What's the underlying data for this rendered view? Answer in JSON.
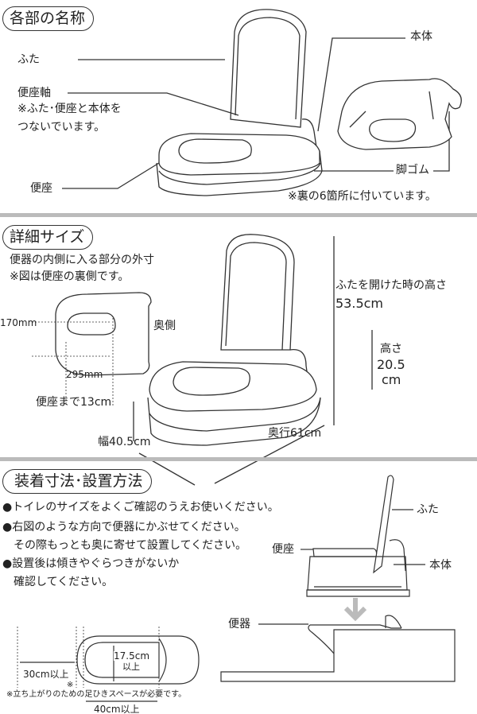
{
  "section1": {
    "title": "各部の名称",
    "labels": {
      "lid": "ふた",
      "hinge": "便座軸",
      "hinge_note1": "※ふた･便座と本体を",
      "hinge_note2": "つないでいます。",
      "seat": "便座",
      "body": "本体",
      "rubber_feet": "脚ゴム",
      "feet_note": "※裏の6箇所に付いています。"
    }
  },
  "section2": {
    "title": "詳細サイズ",
    "note1": "便器の内側に入る部分の外寸",
    "note2": "※図は便座の裏側です。",
    "inner_width": "170mm",
    "inner_length": "295mm",
    "back_side": "奥側",
    "seat_height": "便座まで13cm",
    "width": "幅40.5cm",
    "depth": "奥行61cm",
    "open_height_label": "ふたを開けた時の高さ",
    "open_height": "53.5cm",
    "height_label": "高さ",
    "height_value": "20.5",
    "height_unit": "cm"
  },
  "section3": {
    "title": "装着寸法･設置方法",
    "bullets": [
      "●トイレのサイズをよくご確認のうえお使いください。",
      "●右図のような方向で便器にかぶせてください。",
      "　その際もっとも奥に寄せて設置してください。",
      "●設置後は傾きやぐらつきがないか",
      "　確認してください。"
    ],
    "dim_width": "17.5cm",
    "dim_width_sub": "以上",
    "dim_front": "30cm以上",
    "dim_front_mark": "※",
    "dim_length": "40cm以上",
    "footnote": "※立ち上がりのための足ひきスペースが必要です。",
    "right_labels": {
      "lid": "ふた",
      "seat": "便座",
      "body": "本体",
      "toilet": "便器"
    }
  }
}
